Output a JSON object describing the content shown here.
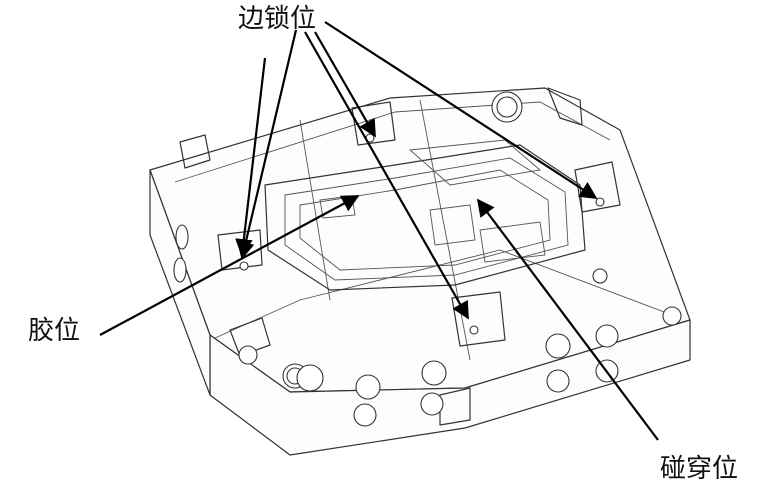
{
  "labels": {
    "edge_lock": "边锁位",
    "glue_position": "胶位",
    "shutoff_position": "碰穿位"
  },
  "colors": {
    "line": "#333333",
    "leader": "#000000",
    "background": "#ffffff"
  }
}
